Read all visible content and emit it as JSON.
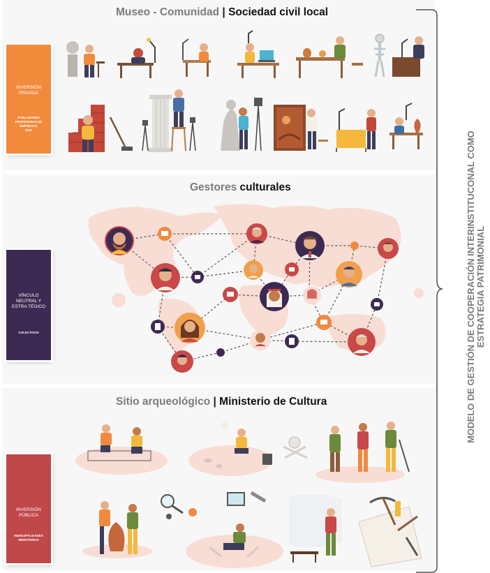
{
  "sections": {
    "top": {
      "title_muted": "Museo - Comunidad",
      "separator": "|",
      "title_strong": "Sociedad civil local"
    },
    "middle": {
      "title_muted": "Gestores",
      "title_strong": "culturales"
    },
    "bottom": {
      "title_muted": "Sitio arqueológico",
      "separator": "|",
      "title_strong": "Ministerio de Cultura"
    }
  },
  "cards": {
    "private": {
      "title": "INVERSIÓN PRIVADA",
      "subtitle": "POBLADORES\nPROFESIONALES\nEMPRESAS\nONG",
      "color": "#f28a3c"
    },
    "neutral": {
      "title": "VÍNCULO NEUTRAL Y ESTRA TÉGICO",
      "subtitle": "COLECTIVOS",
      "color": "#3d2a52"
    },
    "public": {
      "title": "INVERSIÓN PÚBLICA",
      "subtitle": "MUNICIPALIDADES\nMINISTERIOS",
      "color": "#c0474a"
    }
  },
  "side_label": {
    "line1": "MODELO DE GESTIÓN DE COOPERACIÓN INTERINSTITUCONAL COMO",
    "line2": "ESTRATEGIA PATRIMONIAL"
  },
  "colors": {
    "brace": "#555555",
    "panel": "#f7f7f7",
    "map": "#f8ddd4",
    "node_border": "#c94848",
    "message": "#ef8a40",
    "chat": "#3d2a52"
  },
  "illustrations": {
    "top_row1": [
      "sculptor-icon",
      "lamp-desk-icon",
      "draftsman-icon",
      "laptop-worker-icon",
      "pottery-table-icon",
      "skeleton-restorer-icon"
    ],
    "top_row2": [
      "bricklayer-icon",
      "column-restorer-icon",
      "statue-restorer-icon",
      "painting-restorer-icon",
      "textile-worker-icon",
      "vase-restorer-icon"
    ],
    "bottom_row1": [
      "excavators-icon",
      "digger-icon",
      "hikers-icon"
    ],
    "bottom_row2": [
      "vase-carriers-icon",
      "magnifier-icon",
      "field-researcher-icon",
      "wall-inspector-icon",
      "tools-icon"
    ]
  }
}
